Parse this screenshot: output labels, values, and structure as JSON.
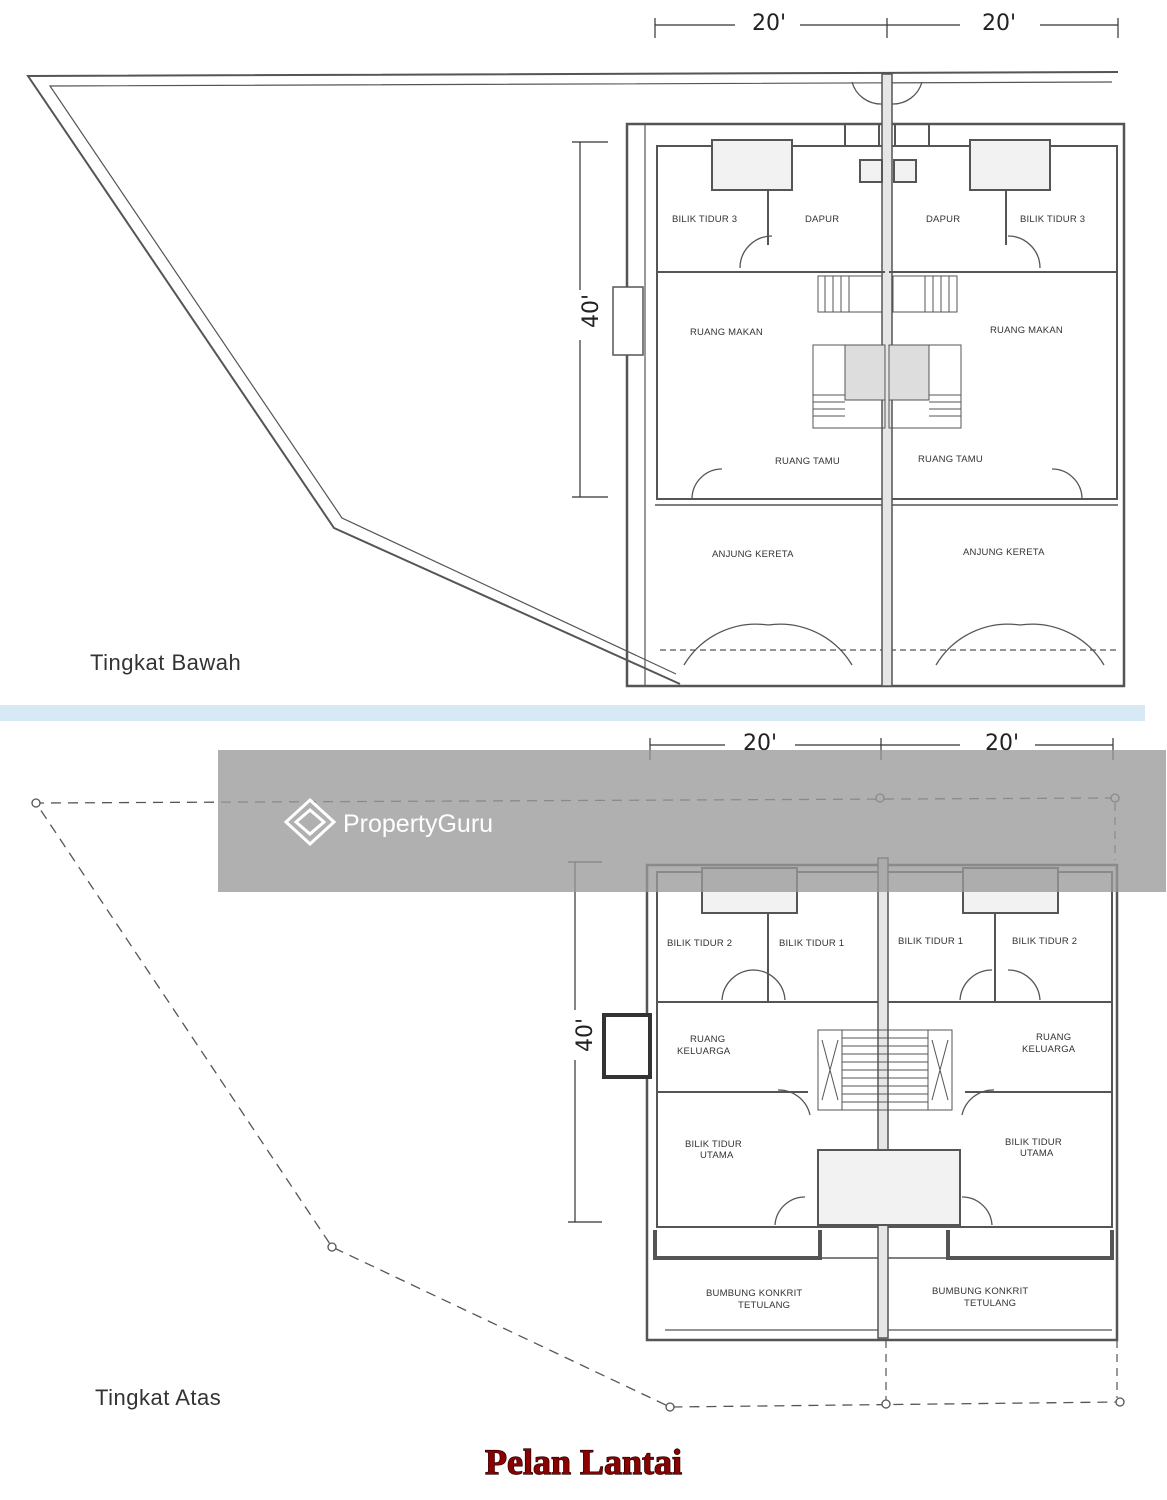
{
  "title": "Pelan Lantai",
  "watermark": "PropertyGuru",
  "ground": {
    "label": "Tingkat Bawah",
    "dim_w_left": "20'",
    "dim_w_right": "20'",
    "dim_depth": "40'",
    "rooms": {
      "l_bilik_tidur_3": "BILIK TIDUR 3",
      "l_dapur": "DAPUR",
      "r_dapur": "DAPUR",
      "r_bilik_tidur_3": "BILIK TIDUR 3",
      "l_ruang_makan": "RUANG MAKAN",
      "r_ruang_makan": "RUANG MAKAN",
      "l_ruang_tamu": "RUANG TAMU",
      "r_ruang_tamu": "RUANG TAMU",
      "l_anjung_kereta": "ANJUNG KERETA",
      "r_anjung_kereta": "ANJUNG KERETA"
    }
  },
  "upper": {
    "label": "Tingkat Atas",
    "dim_w_left": "20'",
    "dim_w_right": "20'",
    "dim_depth": "40'",
    "rooms": {
      "l_bilik_tidur_2": "BILIK TIDUR 2",
      "l_bilik_tidur_1": "BILIK TIDUR 1",
      "r_bilik_tidur_1": "BILIK TIDUR 1",
      "r_bilik_tidur_2": "BILIK TIDUR 2",
      "l_ruang_keluarga_1": "RUANG",
      "l_ruang_keluarga_2": "KELUARGA",
      "r_ruang_keluarga_1": "RUANG",
      "r_ruang_keluarga_2": "KELUARGA",
      "l_bilik_utama_1": "BILIK TIDUR",
      "l_bilik_utama_2": "UTAMA",
      "r_bilik_utama_1": "BILIK TIDUR",
      "r_bilik_utama_2": "UTAMA",
      "l_bumbung_1": "BUMBUNG KONKRIT",
      "l_bumbung_2": "TETULANG",
      "r_bumbung_1": "BUMBUNG KONKRIT",
      "r_bumbung_2": "TETULANG"
    }
  },
  "colors": {
    "wall": "#555555",
    "fill": "#e6e6e6",
    "band": "#d6e9f5",
    "watermark_bg": "#9a9a9a",
    "title": "#8b0000"
  }
}
